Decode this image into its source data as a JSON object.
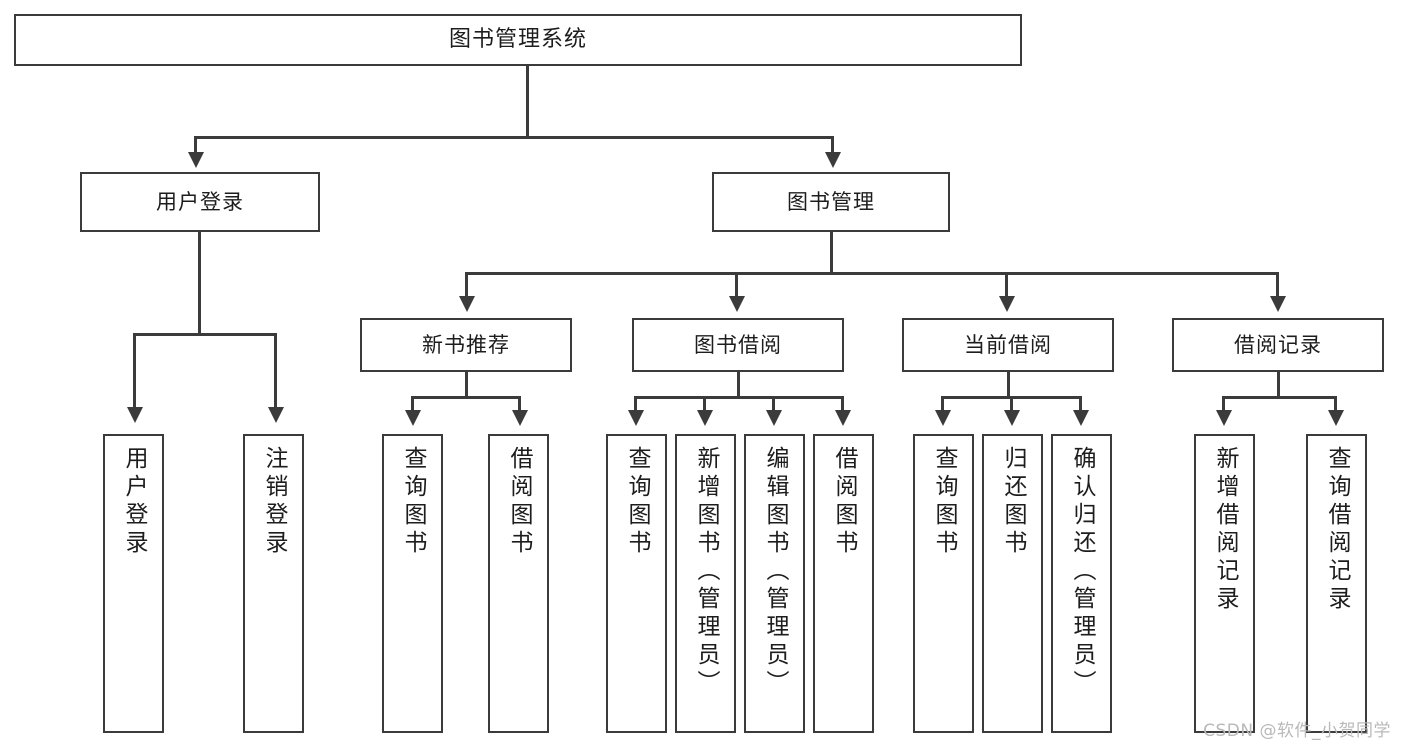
{
  "diagram": {
    "type": "tree-hierarchy-chart",
    "title": "图书管理系统",
    "watermark": "CSDN @软件_小贺同学",
    "colors": {
      "stroke": "#3b3b3b",
      "fill": "#ffffff",
      "text": "#1d1d1d",
      "watermark": "#b9b9b9"
    },
    "root": {
      "label": "图书管理系统"
    },
    "level1": [
      {
        "label": "用户登录"
      },
      {
        "label": "图书管理"
      }
    ],
    "level2": [
      {
        "label": "新书推荐"
      },
      {
        "label": "图书借阅"
      },
      {
        "label": "当前借阅"
      },
      {
        "label": "借阅记录"
      }
    ],
    "leaves": {
      "user_login": [
        {
          "label": "用户登录"
        },
        {
          "label": "注销登录"
        }
      ],
      "new_book_recommend": [
        {
          "label": "查询图书"
        },
        {
          "label": "借阅图书"
        }
      ],
      "book_borrow": [
        {
          "label": "查询图书"
        },
        {
          "label": "新增图书（管理员）"
        },
        {
          "label": "编辑图书（管理员）"
        },
        {
          "label": "借阅图书"
        }
      ],
      "current_borrow": [
        {
          "label": "查询图书"
        },
        {
          "label": "归还图书"
        },
        {
          "label": "确认归还（管理员）"
        }
      ],
      "borrow_record": [
        {
          "label": "新增借阅记录"
        },
        {
          "label": "查询借阅记录"
        }
      ]
    }
  }
}
